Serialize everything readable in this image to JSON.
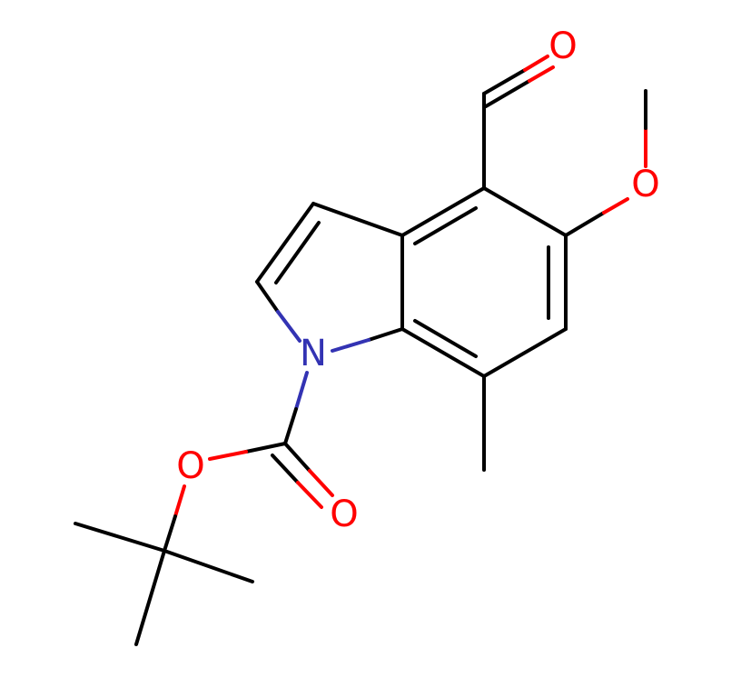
{
  "colors": {
    "carbon": "#000000",
    "oxygen": "#ff0000",
    "nitrogen": "#3333b3"
  },
  "atoms": {
    "o_aldehyde": {
      "symbol": "O",
      "element": "oxygen"
    },
    "o_methoxy": {
      "symbol": "O",
      "element": "oxygen"
    },
    "n_indole": {
      "symbol": "N",
      "element": "nitrogen"
    },
    "o_ester": {
      "symbol": "O",
      "element": "oxygen"
    },
    "o_carbonyl": {
      "symbol": "O",
      "element": "oxygen"
    }
  }
}
